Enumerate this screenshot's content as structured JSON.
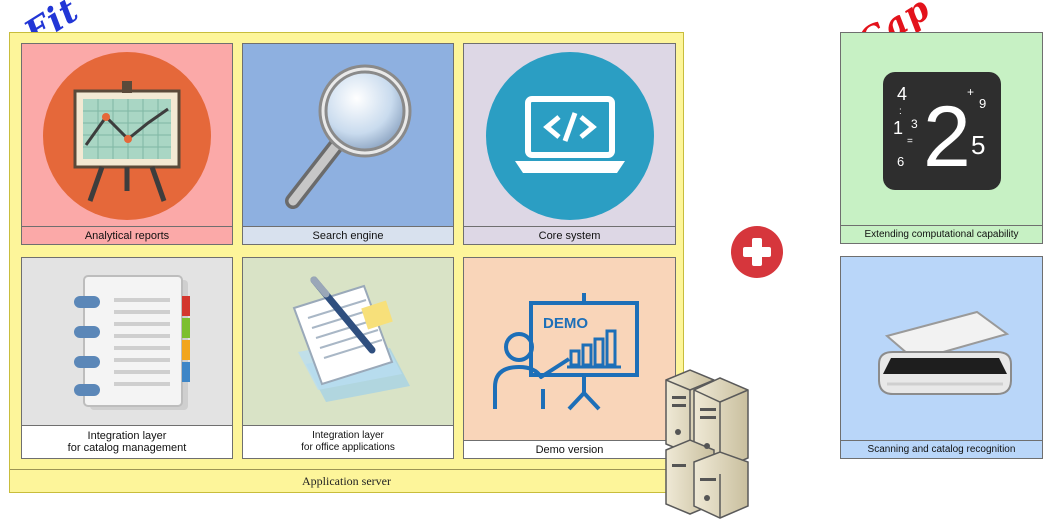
{
  "tags": {
    "fit": "Fit",
    "gap": "Gap"
  },
  "app_server": {
    "label": "Application server"
  },
  "tiles": [
    {
      "caption": "Analytical reports",
      "icon": "presentation-chart-icon"
    },
    {
      "caption": "Search engine",
      "icon": "magnifier-icon"
    },
    {
      "caption": "Core system",
      "icon": "laptop-code-icon"
    },
    {
      "caption_line1": "Integration layer",
      "caption_line2": "for catalog management",
      "icon": "notebook-icon"
    },
    {
      "caption_line1": "Integration layer",
      "caption_line2": "for office applications",
      "icon": "document-pen-icon"
    },
    {
      "caption": "Demo version",
      "icon": "demo-presenter-icon",
      "board_text": "DEMO"
    }
  ],
  "gap_tiles": [
    {
      "caption": "Extending computational capability",
      "icon": "calculator-numbers-icon",
      "digits": {
        "big": "2",
        "d4": "4",
        "d1": "1",
        "d3": "3",
        "d6": "6",
        "d9": "9",
        "d5": "5",
        "plus": "+",
        "colon": ":",
        "eq": "="
      }
    },
    {
      "caption": "Scanning and catalog recognition",
      "icon": "scanner-icon"
    }
  ],
  "colors": {
    "app_server_bg": "#fdf59a",
    "tile_reports": "#fba9a8",
    "tile_search": "#8eb0e0",
    "tile_core": "#ddd7e5",
    "tile_catalog": "#e3e3e3",
    "tile_office": "#d9e3c6",
    "tile_demo": "#f9d5b9",
    "tile_compute": "#c7f1c4",
    "tile_scan": "#b9d6f9",
    "fit_tag": "#2236d6",
    "gap_tag": "#e3121b",
    "plus": "#d6363c"
  }
}
